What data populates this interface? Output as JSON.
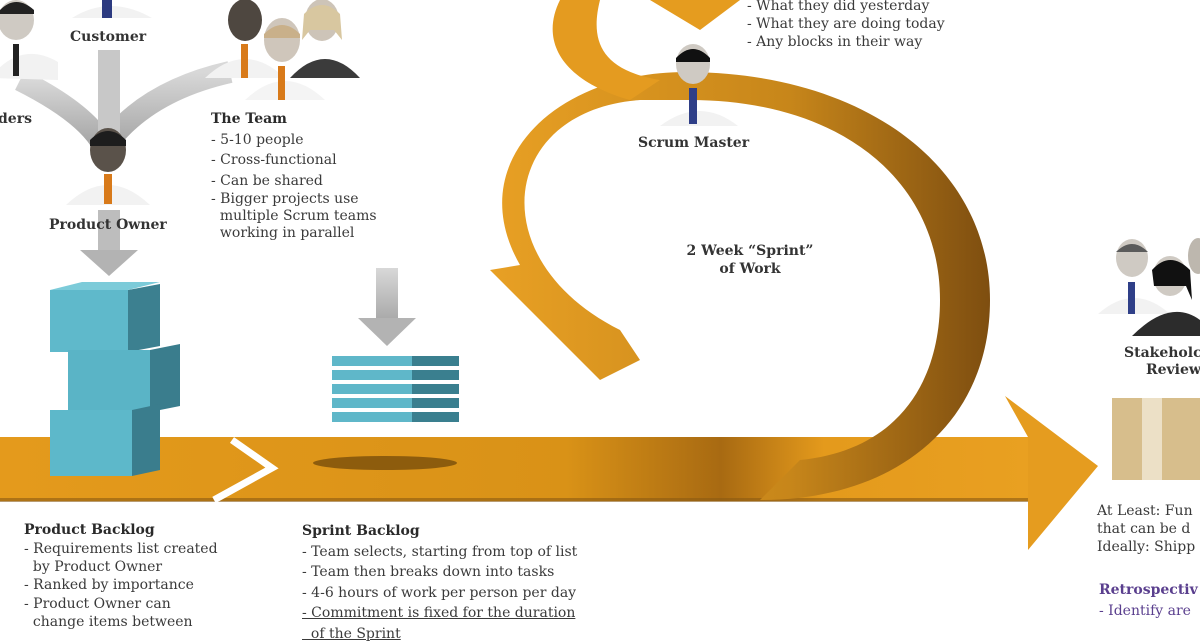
{
  "roles": {
    "stakeholders_partial": "ders",
    "customer": "Customer",
    "product_owner": "Product Owner",
    "scrum_master": "Scrum Master",
    "stakeholder_review_line1": "Stakeholc",
    "stakeholder_review_line2": "Review"
  },
  "team": {
    "title": "The Team",
    "items": [
      "- 5-10 people",
      "- Cross-functional",
      "- Can be shared",
      "- Bigger projects use",
      "  multiple Scrum teams",
      "  working in parallel"
    ]
  },
  "daily_scrum": {
    "items": [
      "- What they did yesterday",
      "- What they are doing today",
      "- Any blocks in their way"
    ]
  },
  "sprint_label": {
    "line1": "2 Week “Sprint”",
    "line2": "of Work"
  },
  "product_backlog": {
    "title": "Product Backlog",
    "items": [
      "- Requirements list created",
      "  by Product Owner",
      "- Ranked by importance",
      "- Product Owner can",
      "  change items between"
    ]
  },
  "sprint_backlog": {
    "title": "Sprint Backlog",
    "items": [
      "- Team selects, starting from top of list",
      "- Team then breaks down into tasks",
      "- 4-6 hours of work per person per day"
    ],
    "underlined": "- Commitment is fixed for the duration",
    "cut_line": "  of the Sprint"
  },
  "deliverable": {
    "items": [
      "At Least: Fun",
      "that can be d",
      "Ideally: Shipp"
    ]
  },
  "retrospective": {
    "title": "Retrospectiv",
    "item": "- Identify are"
  },
  "colors": {
    "orange": "#e39a1e",
    "orange_dark": "#8a5410",
    "teal": "#5fb7c9",
    "teal_dark": "#3a7f8f",
    "gray_arrow": "#b5b5b5",
    "box": "#d9c193"
  }
}
